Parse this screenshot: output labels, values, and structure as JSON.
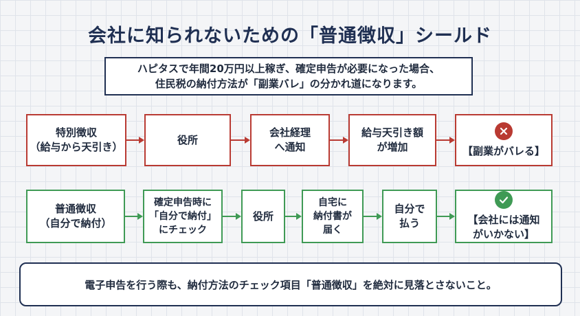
{
  "title": "会社に知られないための「普通徴収」シールド",
  "subtitle": {
    "line1": "ハピタスで年間20万円以上稼ぎ、確定申告が必要になった場合、",
    "line2": "住民税の納付方法が「副業バレ」の分かれ道になります。"
  },
  "red_flow": [
    {
      "lines": [
        "特別徴収",
        "（給与から天引き）"
      ]
    },
    {
      "lines": [
        "役所"
      ]
    },
    {
      "lines": [
        "会社経理",
        "へ通知"
      ]
    },
    {
      "lines": [
        "給与天引き額",
        "が増加"
      ]
    },
    {
      "lines": [
        "【副業がバレる】"
      ],
      "icon": "cross-icon"
    }
  ],
  "green_flow": [
    {
      "lines": [
        "普通徴収",
        "（自分で納付）"
      ]
    },
    {
      "lines": [
        "確定申告時に",
        "「自分で納付」",
        "にチェック"
      ]
    },
    {
      "lines": [
        "役所"
      ]
    },
    {
      "lines": [
        "自宅に",
        "納付書が",
        "届く"
      ]
    },
    {
      "lines": [
        "自分で",
        "払う"
      ]
    },
    {
      "lines": [
        "【会社には通知",
        "がいかない】"
      ],
      "icon": "check-icon"
    }
  ],
  "footer": "電子申告を行う際も、納付方法のチェック項目「普通徴収」を絶対に見落とさないこと。",
  "colors": {
    "red": "#b93a32",
    "green": "#3f9a55",
    "navy": "#1f2f52"
  }
}
